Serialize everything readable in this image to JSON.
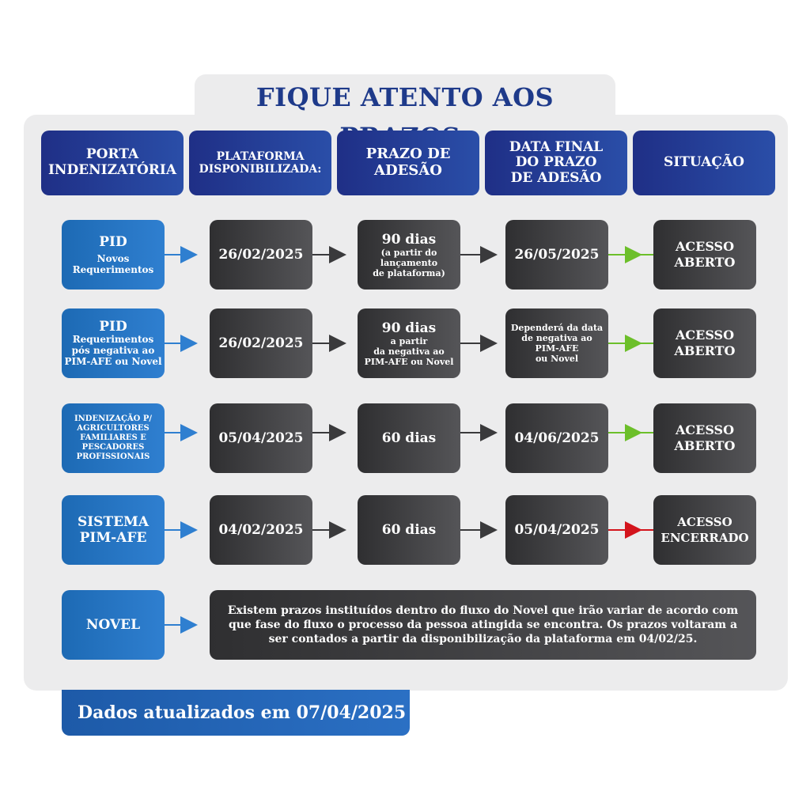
{
  "title": "FIQUE ATENTO AOS PRAZOS:",
  "headers": [
    "PORTA\nINDENIZATÓRIA",
    "PLATAFORMA\nDISPONIBILIZADA:",
    "PRAZO DE\nADESÃO",
    "DATA FINAL\nDO PRAZO\nDE ADESÃO",
    "SITUAÇÃO"
  ],
  "rows": [
    {
      "label_main": "PID",
      "label_sub": "Novos\nRequerimentos",
      "platform": "26/02/2025",
      "deadline_main": "90 dias",
      "deadline_note": "(a partir do\nlançamento\nde plataforma)",
      "final_date": "26/05/2025",
      "status": "ACESSO\nABERTO",
      "status_color": "#6cbf2a"
    },
    {
      "label_main": "PID",
      "label_sub": "Requerimentos\npós negativa ao\nPIM-AFE ou Novel",
      "platform": "26/02/2025",
      "deadline_main": "90 dias",
      "deadline_note": "a partir\nda negativa ao\nPIM-AFE ou Novel",
      "final_date": "Dependerá da data\nde negativa ao\nPIM-AFE\nou Novel",
      "status": "ACESSO\nABERTO",
      "status_color": "#6cbf2a"
    },
    {
      "label_main": "",
      "label_sub": "INDENIZAÇÃO P/\nAGRICULTORES\nFAMILIARES E\nPESCADORES\nPROFISSIONAIS",
      "platform": "05/04/2025",
      "deadline_main": "60 dias",
      "deadline_note": "",
      "final_date": "04/06/2025",
      "status": "ACESSO\nABERTO",
      "status_color": "#6cbf2a"
    },
    {
      "label_main": "SISTEMA\nPIM-AFE",
      "label_sub": "",
      "platform": "04/02/2025",
      "deadline_main": "60 dias",
      "deadline_note": "",
      "final_date": "05/04/2025",
      "status": "ACESSO\nENCERRADO",
      "status_color": "#d3141c"
    }
  ],
  "novel": {
    "label": "NOVEL",
    "text": "Existem prazos instituídos dentro do fluxo do Novel que irão variar de acordo com que fase do fluxo o processo da pessoa atingida se encontra. Os prazos voltaram a ser contados a partir da disponibilização da plataforma em 04/02/25."
  },
  "footer": "Dados atualizados em 07/04/2025"
}
